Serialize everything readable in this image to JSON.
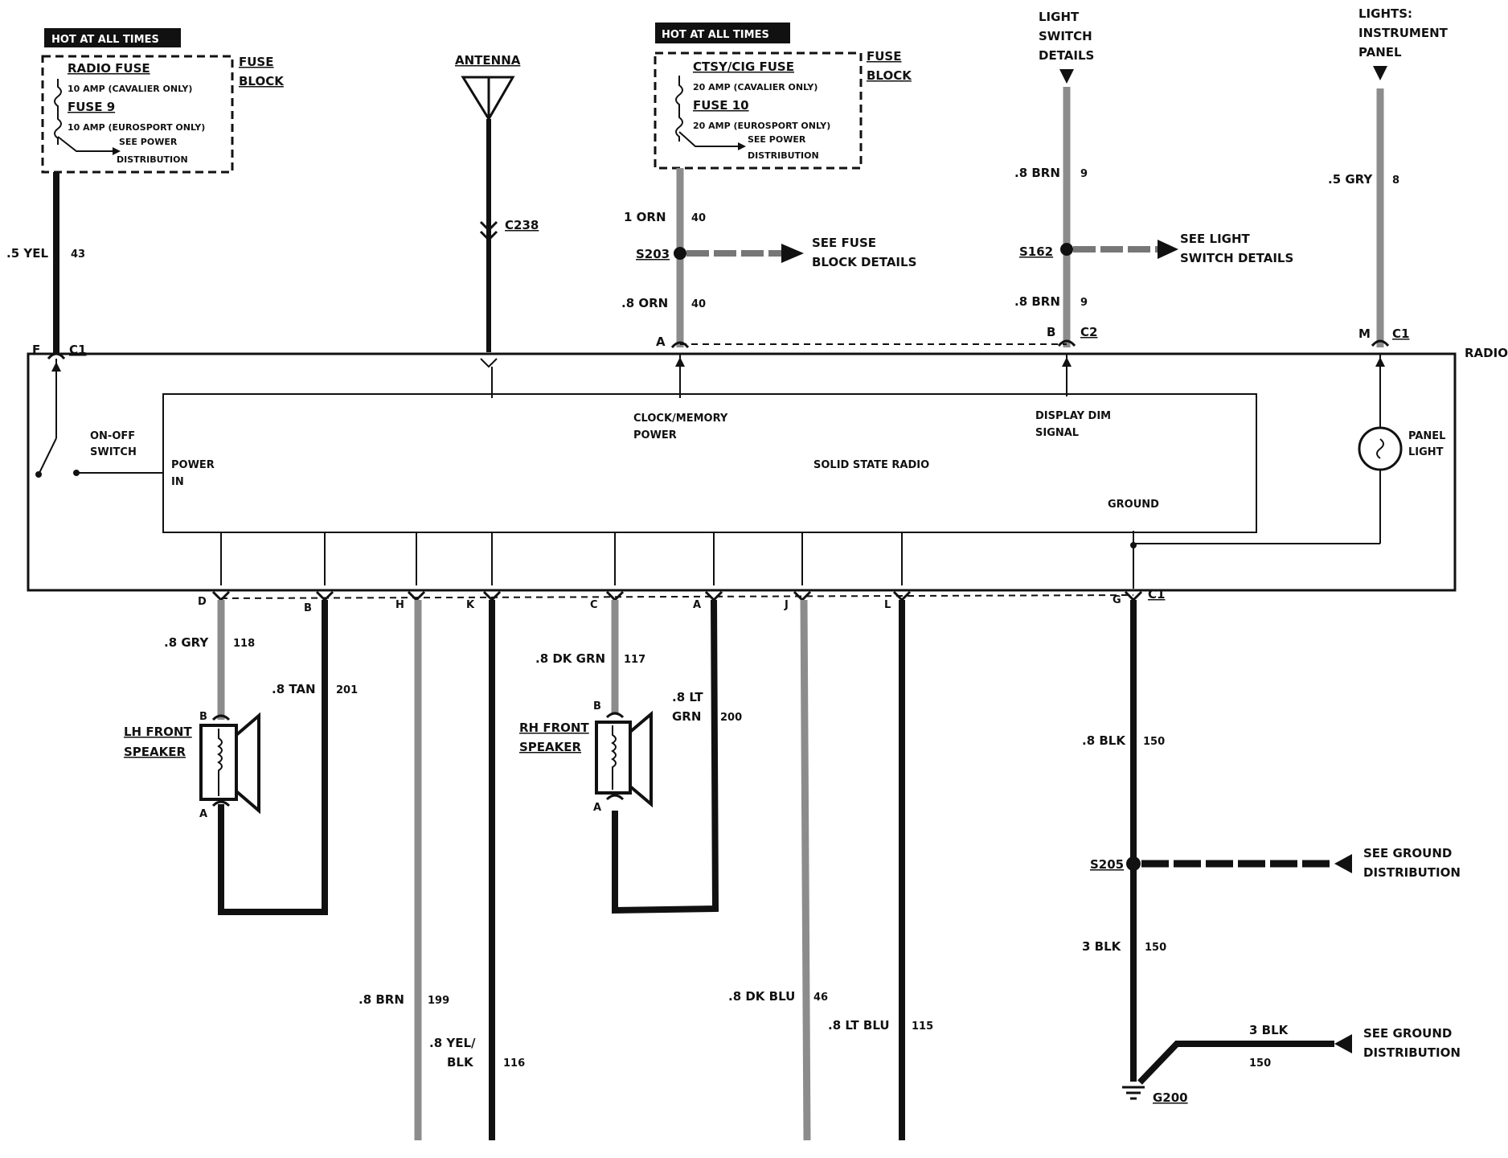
{
  "colors": {
    "wire": "#111111",
    "gray_wire": "#8c8c8c",
    "box": "#111111",
    "background": "#ffffff"
  },
  "hot1": "HOT AT ALL TIMES",
  "hot2": "HOT AT ALL TIMES",
  "fuse1": {
    "name": "RADIO FUSE",
    "line1": "10 AMP (CAVALIER ONLY)",
    "name2": "FUSE 9",
    "line2": "10 AMP (EUROSPORT ONLY)",
    "see1": "SEE POWER",
    "see2": "DISTRIBUTION",
    "block1": "FUSE",
    "block2": "BLOCK"
  },
  "fuse2": {
    "name": "CTSY/CIG FUSE",
    "line1": "20 AMP (CAVALIER ONLY)",
    "name2": "FUSE 10",
    "line2": "20 AMP (EUROSPORT ONLY)",
    "see1": "SEE POWER",
    "see2": "DISTRIBUTION",
    "block1": "FUSE",
    "block2": "BLOCK"
  },
  "antenna": "ANTENNA",
  "c238": "C238",
  "light_switch": [
    "LIGHT",
    "SWITCH",
    "DETAILS"
  ],
  "lights_panel": [
    "LIGHTS:",
    "INSTRUMENT",
    "PANEL"
  ],
  "wires_top": {
    "yel_size": ".5 YEL",
    "yel_circ": "43",
    "orn1_size": "1 ORN",
    "orn1_circ": "40",
    "orn2_size": ".8 ORN",
    "orn2_circ": "40",
    "brn1_size": ".8 BRN",
    "brn1_circ": "9",
    "brn2_size": ".8 BRN",
    "brn2_circ": "9",
    "gry_size": ".5 GRY",
    "gry_circ": "8"
  },
  "splices": {
    "s203": "S203",
    "s203_see1": "SEE FUSE",
    "s203_see2": "BLOCK DETAILS",
    "s162": "S162",
    "s162_see1": "SEE LIGHT",
    "s162_see2": "SWITCH DETAILS",
    "s205": "S205",
    "s205_see1": "SEE GROUND",
    "s205_see2": "DISTRIBUTION",
    "g200": "G200",
    "g200_see1": "SEE GROUND",
    "g200_see2": "DISTRIBUTION"
  },
  "connectors": {
    "f": "F",
    "c1_left": "C1",
    "a_top": "A",
    "b_top": "B",
    "c2": "C2",
    "m": "M",
    "c1_right": "C1",
    "d": "D",
    "b": "B",
    "h": "H",
    "k": "K",
    "c": "C",
    "a": "A",
    "j": "J",
    "l": "L",
    "g": "G",
    "c1_bottom": "C1"
  },
  "radio": {
    "title": "RADIO",
    "switch1": "ON-OFF",
    "switch2": "SWITCH",
    "power1": "POWER",
    "power2": "IN",
    "clock1": "CLOCK/MEMORY",
    "clock2": "POWER",
    "dim1": "DISPLAY DIM",
    "dim2": "SIGNAL",
    "solid": "SOLID STATE RADIO",
    "ground": "GROUND",
    "panel1": "PANEL",
    "panel2": "LIGHT"
  },
  "wires_bottom": {
    "gry_size": ".8 GRY",
    "gry_circ": "118",
    "tan_size": ".8 TAN",
    "tan_circ": "201",
    "dkgrn_size": ".8 DK GRN",
    "dkgrn_circ": "117",
    "ltgrn1": ".8 LT",
    "ltgrn2": "GRN",
    "ltgrn_circ": "200",
    "brn_size": ".8 BRN",
    "brn_circ": "199",
    "yelblk1": ".8 YEL/",
    "yelblk2": "BLK",
    "yelblk_circ": "116",
    "dkblu_size": ".8 DK BLU",
    "dkblu_circ": "46",
    "ltblu_size": ".8 LT BLU",
    "ltblu_circ": "115",
    "blk1_size": ".8 BLK",
    "blk1_circ": "150",
    "blk2_size": "3 BLK",
    "blk2_circ": "150",
    "blk3_size": "3 BLK",
    "blk3_circ": "150"
  },
  "speakers": {
    "lh1": "LH FRONT",
    "lh2": "SPEAKER",
    "lh_b": "B",
    "lh_a": "A",
    "rh1": "RH FRONT",
    "rh2": "SPEAKER",
    "rh_b": "B",
    "rh_a": "A"
  }
}
